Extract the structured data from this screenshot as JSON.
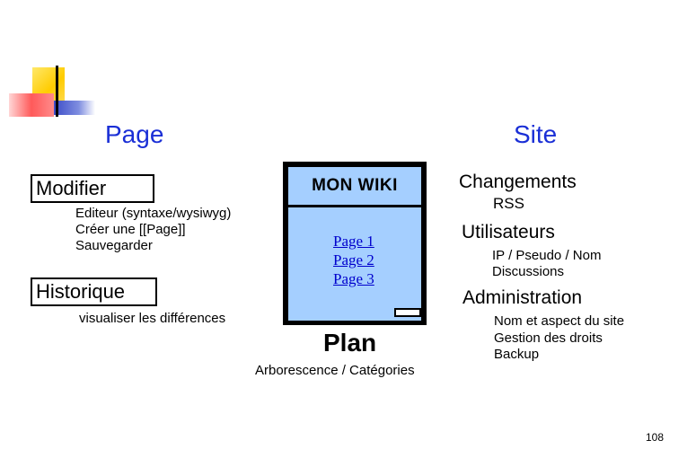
{
  "page": {
    "heading": "Page",
    "modifier": "Modifier",
    "modifier_items": [
      "Editeur (syntaxe/wysiwyg)",
      "Créer une [[Page]]",
      "Sauvegarder"
    ],
    "historique": "Historique",
    "historique_items": [
      "visualiser les différences"
    ]
  },
  "center": {
    "wiki_title": "MON  WIKI",
    "wiki_pages": [
      "Page 1",
      "Page 2",
      "Page 3"
    ],
    "plan": "Plan",
    "plan_sub": "Arborescence / Catégories"
  },
  "site": {
    "heading": "Site",
    "changements": "Changements",
    "changements_items": [
      "RSS"
    ],
    "utilisateurs": "Utilisateurs",
    "utilisateurs_items": [
      "IP / Pseudo / Nom",
      "Discussions"
    ],
    "administration": "Administration",
    "administration_items": [
      "Nom et aspect du site",
      "Gestion des droits",
      "Backup"
    ]
  },
  "slide_number": "108",
  "colors": {
    "heading_blue": "#1a2fd6",
    "wiki_fill": "#a5cfff",
    "link_blue": "#0000cc"
  }
}
